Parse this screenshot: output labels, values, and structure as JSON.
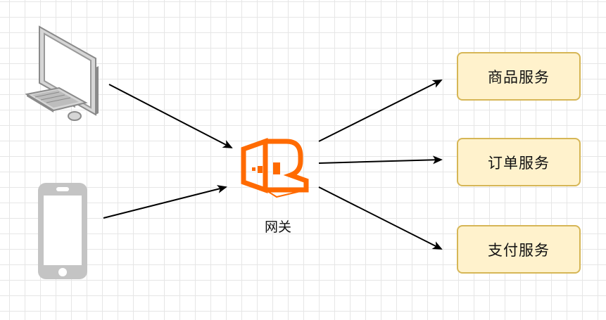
{
  "gateway": {
    "label": "网关",
    "icon": "api-gateway-icon",
    "color": "#ff6a00"
  },
  "clients": [
    {
      "type": "desktop-computer",
      "icon": "desktop-computer-icon"
    },
    {
      "type": "mobile-phone",
      "icon": "mobile-phone-icon"
    }
  ],
  "services": [
    {
      "label": "商品服务"
    },
    {
      "label": "订单服务"
    },
    {
      "label": "支付服务"
    }
  ],
  "colors": {
    "service_fill": "#fff2cc",
    "service_border": "#d6b656",
    "edge": "#000000",
    "client_icon": "#bdbdbd"
  }
}
